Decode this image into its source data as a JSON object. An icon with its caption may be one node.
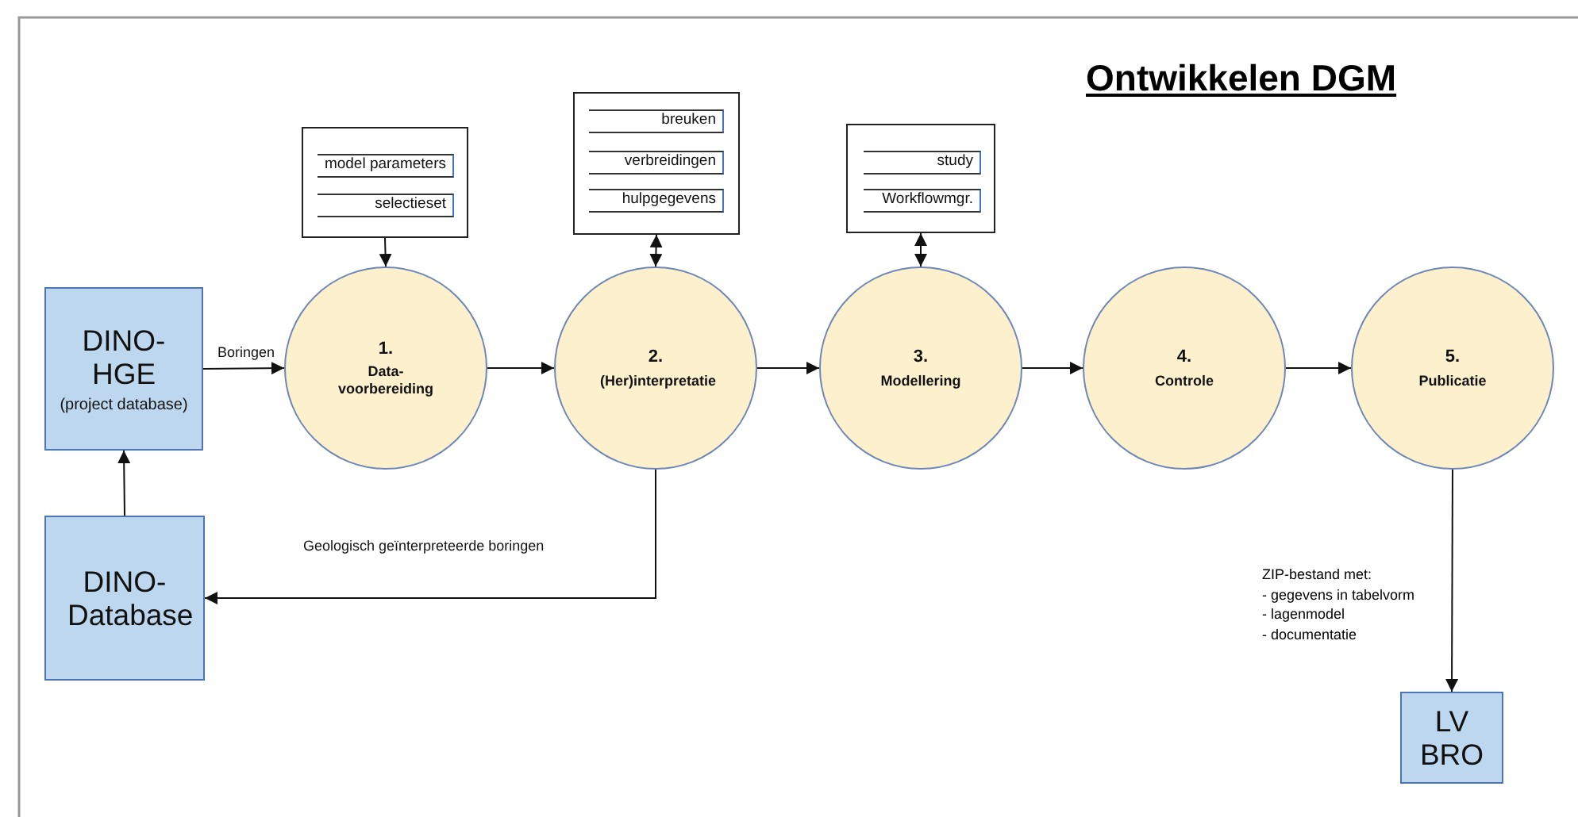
{
  "diagram": {
    "title": "Ontwikkelen DGM",
    "nodes": [
      {
        "text": [
          "DINO- HGE",
          "(project database)"
        ]
      },
      {
        "text": [
          "DINO- Database"
        ]
      },
      {
        "text": [],
        "shape": "box"
      },
      {
        "text": [
          "model parameters"
        ],
        "in": 2
      },
      {
        "text": [
          "selectieset"
        ],
        "in": 2
      },
      {
        "text": [],
        "shape": "box"
      },
      {
        "text": [
          "breuken"
        ],
        "in": 5
      },
      {
        "text": [
          "verbreidingen"
        ],
        "in": 5
      },
      {
        "text": [
          "hulpgegevens"
        ],
        "in": 5
      },
      {
        "text": [],
        "shape": "box"
      },
      {
        "text": [
          "study"
        ],
        "in": 9
      },
      {
        "text": [
          "Workflowmgr."
        ],
        "in": 9
      },
      {
        "text": [
          "1.",
          "Data- voorbereiding"
        ]
      },
      {
        "text": [
          "2.",
          "(Her)interpretatie"
        ]
      },
      {
        "text": [
          "3.",
          "Modellering"
        ]
      },
      {
        "text": [
          "4.",
          "Controle"
        ]
      },
      {
        "text": [
          "5.",
          "Publicatie"
        ]
      },
      {
        "text": [
          "LV BRO"
        ]
      }
    ],
    "edges": [
      {
        "from": 0,
        "to": 12,
        "arrow": "to",
        "label": "Boringen"
      },
      {
        "from": 12,
        "to": 13,
        "arrow": "to"
      },
      {
        "from": 13,
        "to": 14,
        "arrow": "to"
      },
      {
        "from": 14,
        "to": 15,
        "arrow": "to"
      },
      {
        "from": 15,
        "to": 16,
        "arrow": "to"
      },
      {
        "from": 2,
        "to": 12,
        "arrow": "to"
      },
      {
        "from": 5,
        "to": 13,
        "arrow": "both"
      },
      {
        "from": 9,
        "to": 14,
        "arrow": "both"
      },
      {
        "from": 1,
        "to": 0,
        "arrow": "to"
      },
      {
        "from": 13,
        "to": 1,
        "arrow": "to",
        "label": "Geologisch geïnterpreteerde boringen"
      },
      {
        "from": 16,
        "to": 17,
        "arrow": "to"
      }
    ],
    "labels": [
      "ZIP-bestand met:",
      "- gegevens in tabelvorm",
      "- lagenmodel",
      "- documentatie"
    ]
  }
}
